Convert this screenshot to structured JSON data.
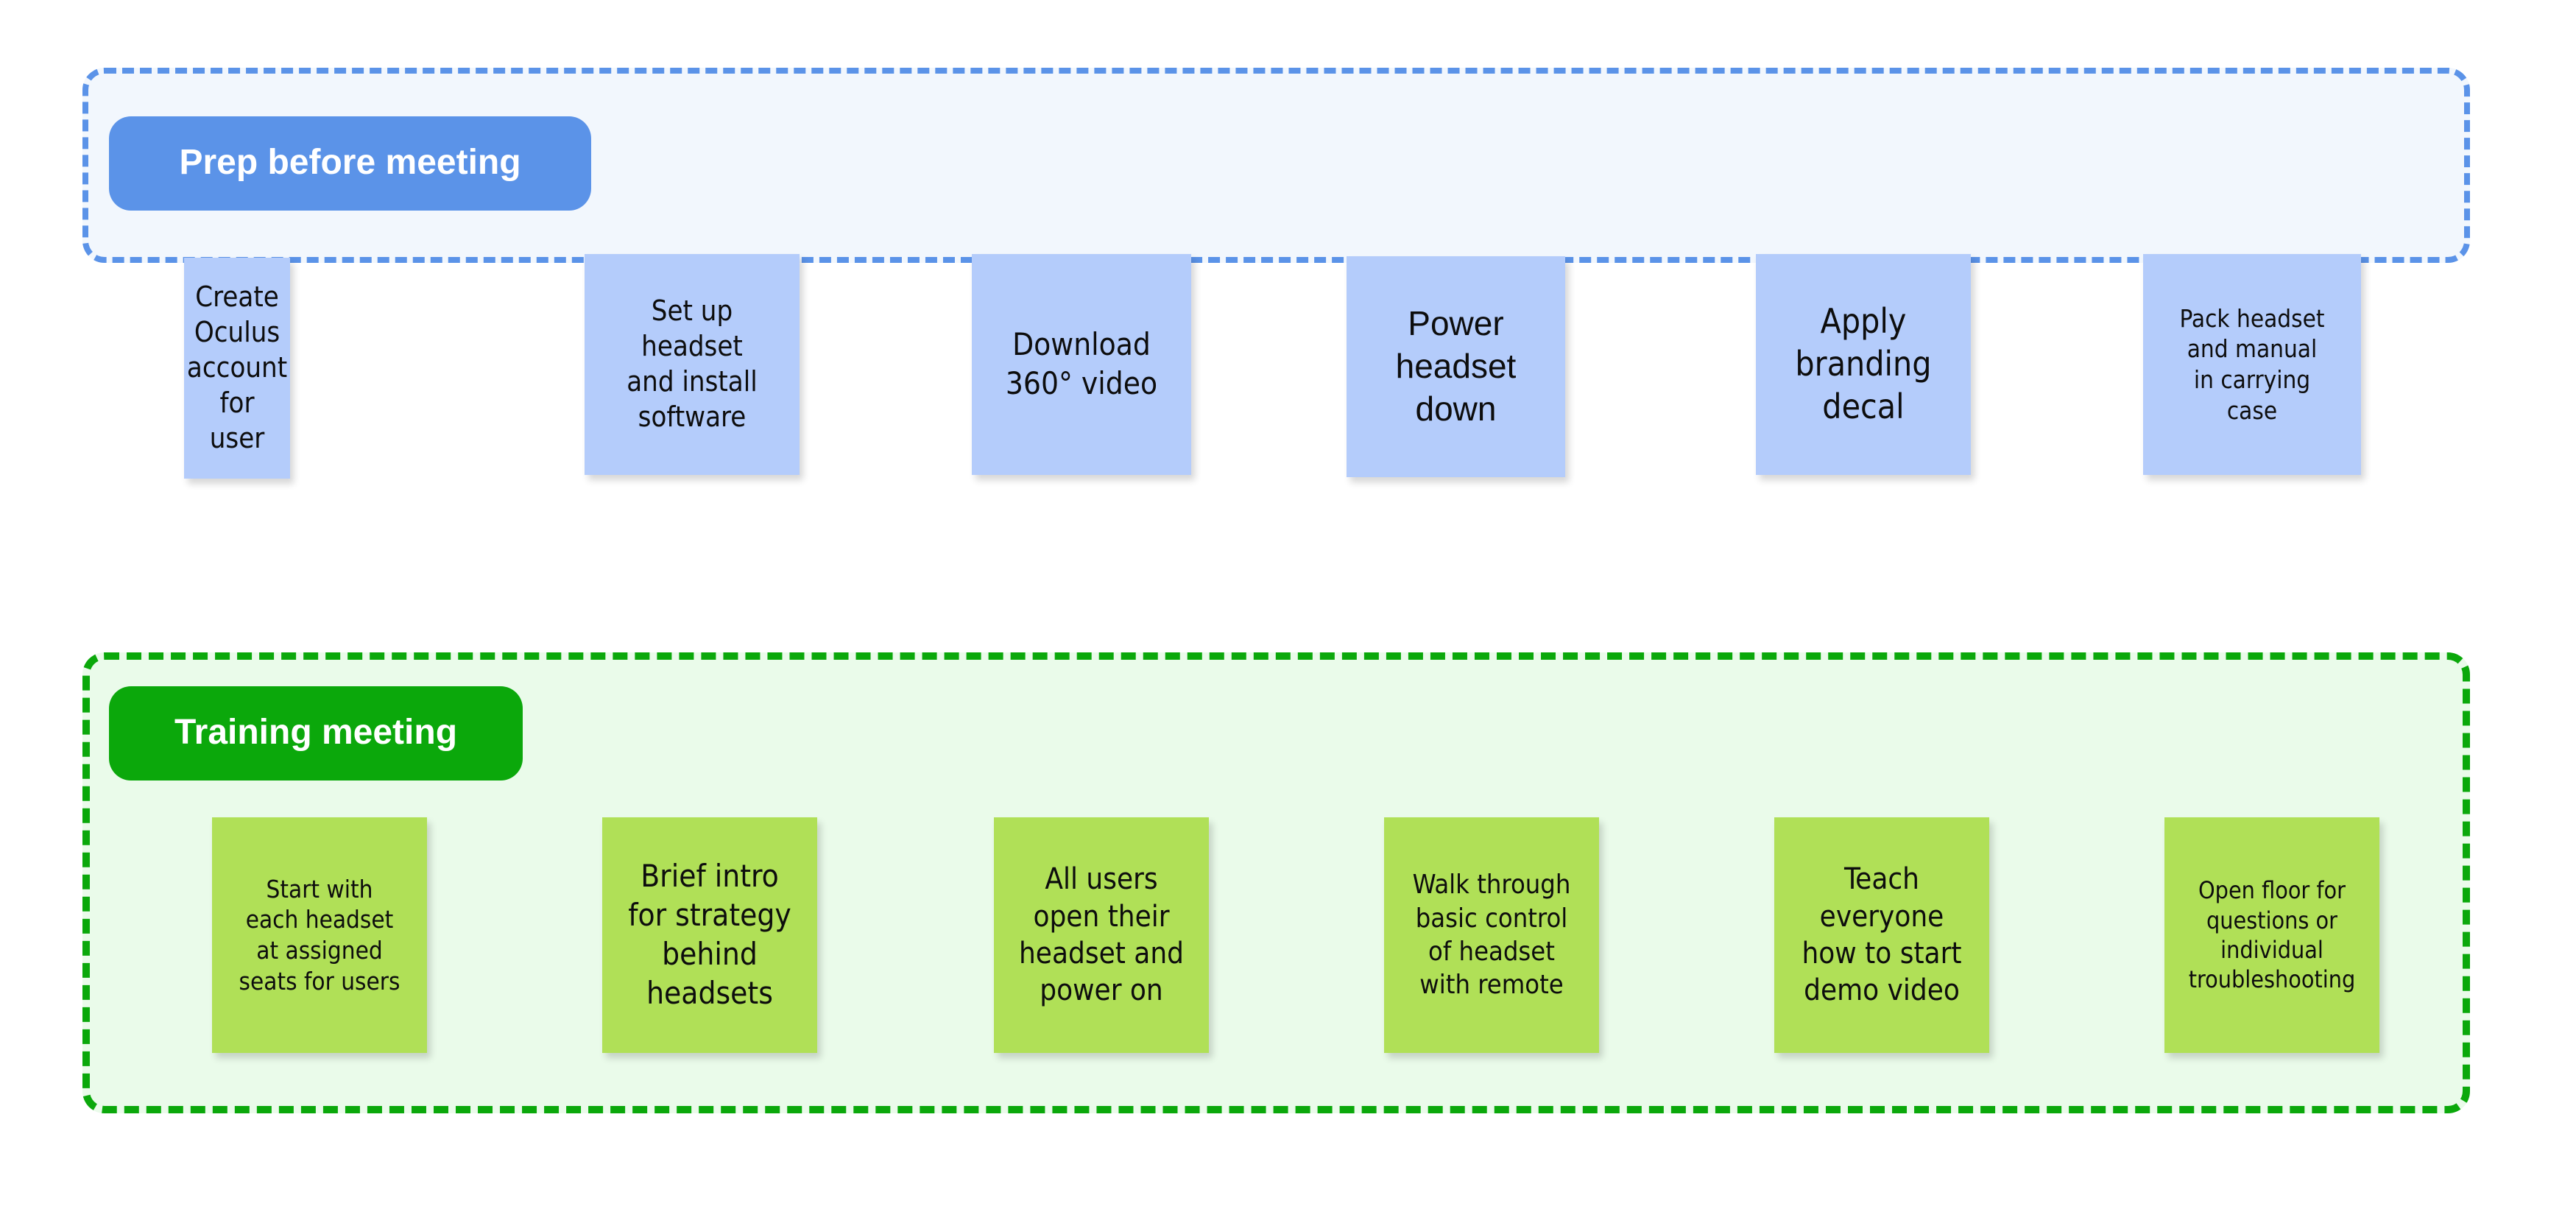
{
  "diagram": {
    "title_blue_lane": "Prep before meeting",
    "title_green_lane": "Training meeting",
    "colors": {
      "blue_lane_border": "#5b93e8",
      "blue_lane_fill": "#f2f7fd",
      "blue_card_fill": "#b4ccfb",
      "green_lane_border": "#0ba80b",
      "green_lane_fill": "#eafbea",
      "green_card_fill": "#b0e057",
      "pill_text": "#ffffff",
      "card_text": "#0d0d0d",
      "page_background": "#ffffff"
    }
  },
  "lanes": [
    {
      "name": "prep-before-meeting",
      "label": "Prep before meeting",
      "cards": [
        {
          "text": "Create\nOculus\naccount for\nuser"
        },
        {
          "text": "Set up\nheadset\nand install\nsoftware"
        },
        {
          "text": "Download\n360° video"
        },
        {
          "text": "Power\nheadset\ndown"
        },
        {
          "text": "Apply\nbranding\ndecal"
        },
        {
          "text": "Pack headset\nand manual\nin carrying\ncase"
        }
      ]
    },
    {
      "name": "training-meeting",
      "label": "Training meeting",
      "cards": [
        {
          "text": "Start with\neach headset\nat assigned\nseats for users"
        },
        {
          "text": "Brief intro\nfor strategy\nbehind\nheadsets"
        },
        {
          "text": "All users\nopen their\nheadset and\npower on"
        },
        {
          "text": "Walk through\nbasic control\nof headset\nwith remote"
        },
        {
          "text": "Teach\neveryone\nhow to start\ndemo video"
        },
        {
          "text": "Open floor for\nquestions or\nindividual\ntroubleshooting"
        }
      ]
    }
  ]
}
